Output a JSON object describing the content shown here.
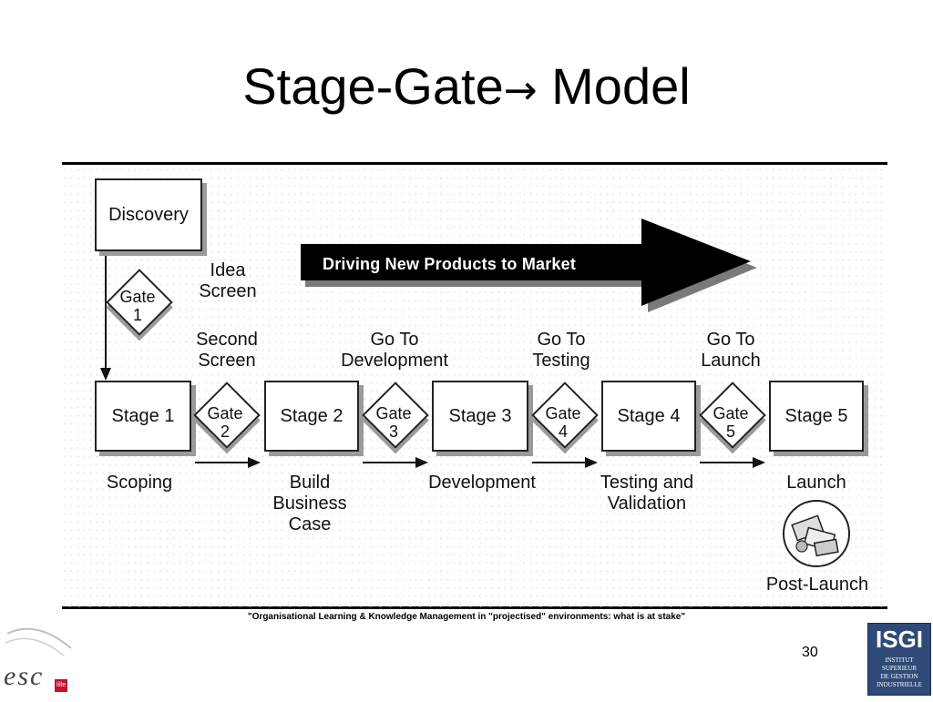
{
  "slide": {
    "title_prefix": "Stage-Gate",
    "title_arrow": "→",
    "title_suffix": " Model",
    "footer_quote": "\"Organisational Learning & Knowledge Management in \"projectised\" environments: what is at stake\"",
    "page_number": "30"
  },
  "diagram": {
    "discovery": "Discovery",
    "idea_screen": [
      "Idea",
      "Screen"
    ],
    "banner": "Driving New Products to Market",
    "gates": [
      {
        "line1": "Gate",
        "line2": "1"
      },
      {
        "line1": "Gate",
        "line2": "2"
      },
      {
        "line1": "Gate",
        "line2": "3"
      },
      {
        "line1": "Gate",
        "line2": "4"
      },
      {
        "line1": "Gate",
        "line2": "5"
      }
    ],
    "gate_labels": [
      [
        "Second",
        "Screen"
      ],
      [
        "Go To",
        "Development"
      ],
      [
        "Go To",
        "Testing"
      ],
      [
        "Go To",
        "Launch"
      ]
    ],
    "stages": [
      "Stage 1",
      "Stage 2",
      "Stage 3",
      "Stage 4",
      "Stage 5"
    ],
    "stage_names": [
      [
        "Scoping"
      ],
      [
        "Build",
        "Business",
        "Case"
      ],
      [
        "Development"
      ],
      [
        "Testing and",
        "Validation"
      ],
      [
        "Launch"
      ]
    ],
    "post_launch": "Post-Launch"
  },
  "logos": {
    "isgi_big": "ISGI",
    "isgi_small": [
      "INSTITUT",
      "SUPERIEUR",
      "DE GESTION",
      "INDUSTRIELLE"
    ],
    "esc_text": "esc",
    "esc_tag": "lille"
  }
}
